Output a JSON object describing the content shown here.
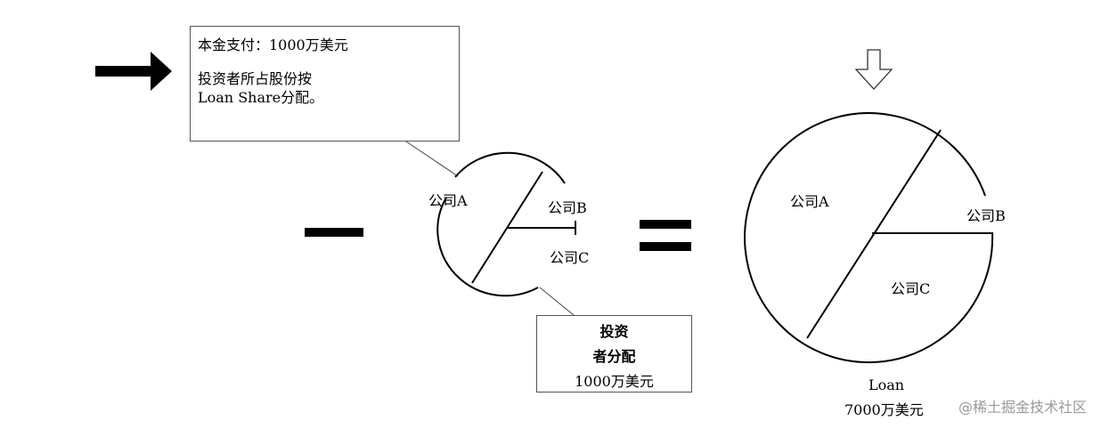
{
  "note_box": {
    "line1": "本金支付：1000万美元",
    "line2": "投资者所占股份按",
    "line3": "Loan Share分配。"
  },
  "investor_box": {
    "line1": "投资",
    "line2": "者分配",
    "amount": "1000万美元"
  },
  "small_pie": {
    "labels": [
      "公司A",
      "公司B",
      "公司C"
    ]
  },
  "large_pie": {
    "labels": [
      "公司A",
      "公司B",
      "公司C"
    ],
    "caption_line1": "Loan",
    "caption_line2": "7000万美元"
  },
  "operators": {
    "minus": "minus",
    "equals": "equals"
  },
  "icons": {
    "solid_arrow": "arrow-right-icon",
    "outline_arrow": "arrow-down-outline-icon"
  },
  "watermark": "@稀土掘金技术社区"
}
